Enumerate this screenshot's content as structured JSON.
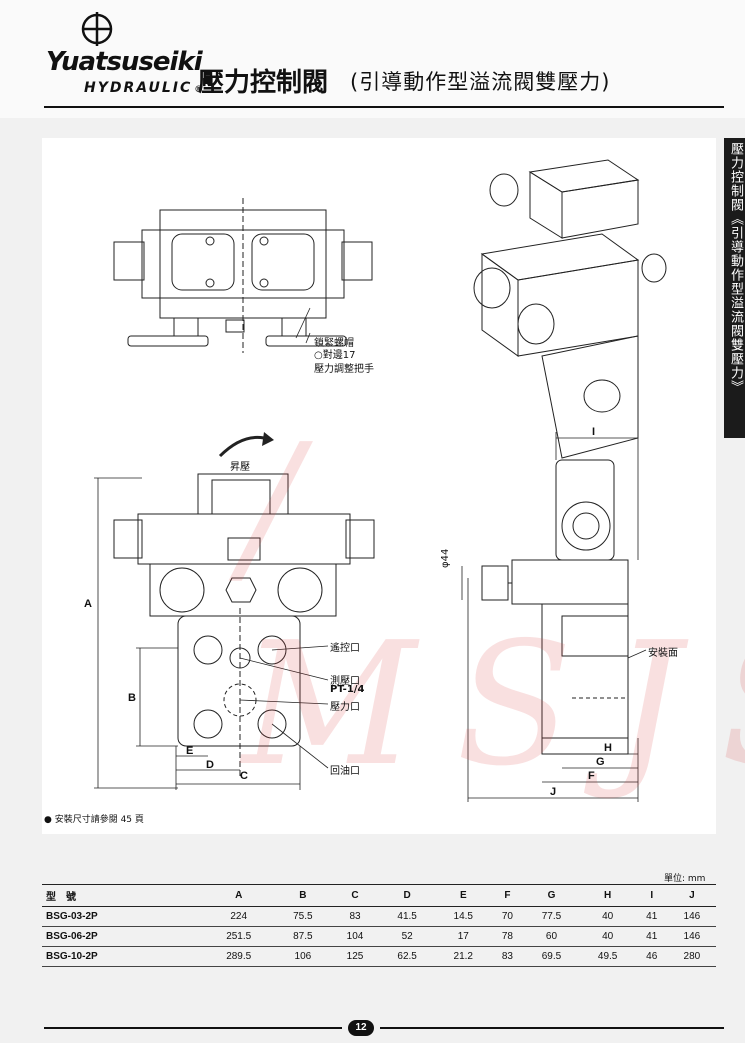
{
  "header": {
    "brand": "Yuatsuseiki",
    "brand_sub": "HYDRAULIC",
    "reg_mark": "®",
    "title": "壓力控制閥",
    "subtitle": "(引導動作型溢流閥雙壓力)"
  },
  "side_tab": "壓力控制閥《引導動作型溢流閥雙壓力》",
  "drawing_labels": {
    "lock_nut": "鎖緊螺帽",
    "wrench_size": "○對邊17",
    "handle": "壓力調整把手",
    "pressure_up": "昇壓",
    "remote_port": "遙控口",
    "gauge_port": "測壓口",
    "gauge_thread": "PT-1/4",
    "pressure_port": "壓力口",
    "return_port": "回油口",
    "mount_face": "安裝面",
    "phi44": "φ44"
  },
  "dimensions": {
    "A": "A",
    "B": "B",
    "C": "C",
    "D": "D",
    "E": "E",
    "F": "F",
    "G": "G",
    "H": "H",
    "I": "I",
    "J": "J"
  },
  "footnote": "● 安裝尺寸請參閱 45 頁",
  "unit_label": "單位: mm",
  "table": {
    "headers": [
      "型　號",
      "A",
      "B",
      "C",
      "D",
      "E",
      "F",
      "G",
      "H",
      "I",
      "J"
    ],
    "rows": [
      [
        "BSG-03-2P",
        "224",
        "75.5",
        "83",
        "41.5",
        "14.5",
        "70",
        "77.5",
        "40",
        "41",
        "146"
      ],
      [
        "BSG-06-2P",
        "251.5",
        "87.5",
        "104",
        "52",
        "17",
        "78",
        "60",
        "40",
        "41",
        "146"
      ],
      [
        "BSG-10-2P",
        "289.5",
        "106",
        "125",
        "62.5",
        "21.2",
        "83",
        "69.5",
        "49.5",
        "46",
        "280"
      ]
    ]
  },
  "page_number": "12",
  "watermark": "/ MSJS"
}
